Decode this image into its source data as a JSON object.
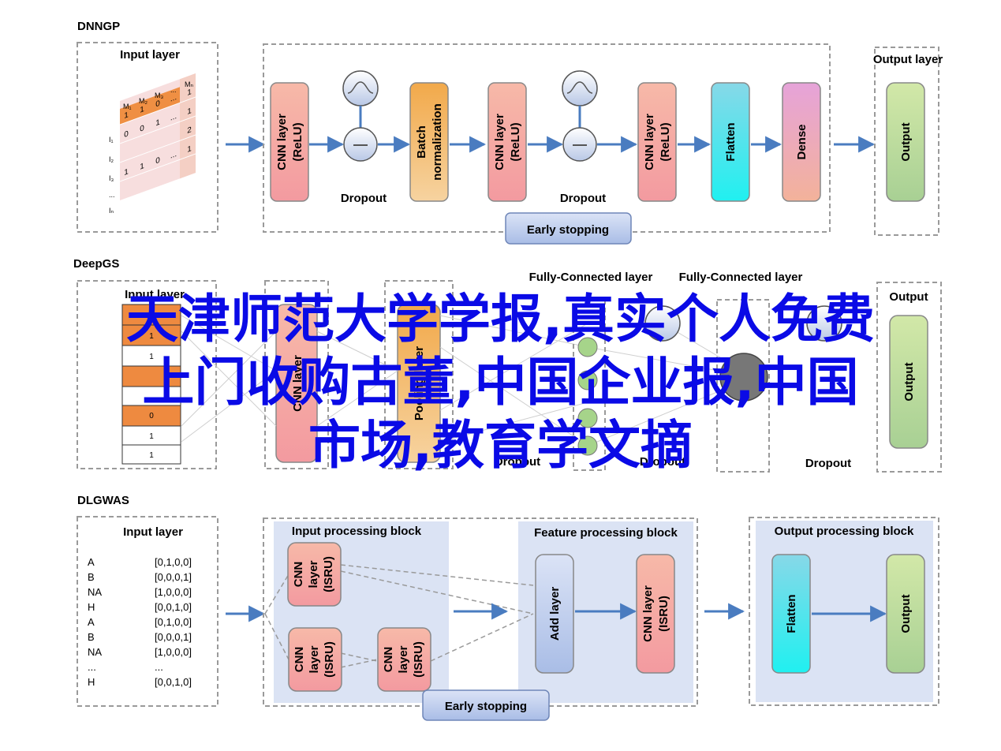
{
  "sections": {
    "dnngp": {
      "title": "DNNGP",
      "input_title": "Input layer",
      "matrix_headers": [
        "M₁",
        "M₂",
        "M₃",
        "...",
        "Mₙ"
      ],
      "matrix_rows": [
        "I₁",
        "I₂",
        "I₃",
        "...",
        "Iₙ"
      ],
      "matrix_values": [
        [
          "1",
          "1",
          "0",
          "...",
          "1"
        ],
        [
          "0",
          "0",
          "1",
          "...",
          "1"
        ],
        [
          "",
          "",
          "",
          "",
          "2"
        ],
        [
          "1",
          "1",
          "0",
          "...",
          "1"
        ]
      ],
      "blocks": [
        {
          "name": "cnn-layer-1",
          "lines": [
            "CNN layer",
            "(ReLU)"
          ],
          "color": "pink"
        },
        {
          "name": "batch-normalization",
          "lines": [
            "Batch",
            "normalization"
          ],
          "color": "orange"
        },
        {
          "name": "cnn-layer-2",
          "lines": [
            "CNN layer",
            "(ReLU)"
          ],
          "color": "pink"
        },
        {
          "name": "cnn-layer-3",
          "lines": [
            "CNN layer",
            "(ReLU)"
          ],
          "color": "pink"
        },
        {
          "name": "flatten",
          "lines": [
            "Flatten"
          ],
          "color": "cyan"
        },
        {
          "name": "dense",
          "lines": [
            "Dense"
          ],
          "color": "purple"
        }
      ],
      "dropout_label": "Dropout",
      "early_stopping": "Early stopping",
      "output_title": "Output layer",
      "output_block": "Output"
    },
    "deepgs": {
      "title": "DeepGS",
      "input_title": "Input layer",
      "column_values": [
        "1",
        "1",
        "",
        "",
        "0",
        "1",
        "1"
      ],
      "cnn_block": "CNN layer",
      "pooling_block": "Pooling layer",
      "fc1_title": "Fully-Connected layer",
      "fc2_title": "Fully-Connected layer",
      "output_title": "Output",
      "output_block": "Output",
      "dropout_label": "Dropout"
    },
    "dlgwas": {
      "title": "DLGWAS",
      "input_title": "Input layer",
      "encoding": [
        {
          "base": "A",
          "code": "[0,1,0,0]"
        },
        {
          "base": "B",
          "code": "[0,0,0,1]"
        },
        {
          "base": "NA",
          "code": "[1,0,0,0]"
        },
        {
          "base": "H",
          "code": "[0,0,1,0]"
        },
        {
          "base": "A",
          "code": "[0,1,0,0]"
        },
        {
          "base": "B",
          "code": "[0,0,0,1]"
        },
        {
          "base": "NA",
          "code": "[1,0,0,0]"
        },
        {
          "base": "...",
          "code": "..."
        },
        {
          "base": "H",
          "code": "[0,0,1,0]"
        }
      ],
      "input_block_title": "Input processing block",
      "feature_block_title": "Feature processing block",
      "output_block_title": "Output processing block",
      "isru_lines": [
        "CNN",
        "layer",
        "(ISRU)"
      ],
      "add_layer": "Add layer",
      "cnn_isru_wide": [
        "CNN layer",
        "(ISRU)"
      ],
      "flatten": "Flatten",
      "output_block": "Output",
      "early_stopping": "Early stopping"
    }
  },
  "watermark": {
    "line1": "天津师范大学学报,真实个人免费",
    "line2": "上门收购古董,中国企业报,中国",
    "line3": "市场,教育学文摘",
    "color": "#0a0ae6"
  },
  "colors": {
    "pink": "#f4a6a6",
    "orange": "#f0b45a",
    "cyan": "#2fe6f0",
    "purple": "#e8a8d8",
    "green": "#b8d88a",
    "slate": "#b8c8e8",
    "accent": "#4a7cc0"
  }
}
